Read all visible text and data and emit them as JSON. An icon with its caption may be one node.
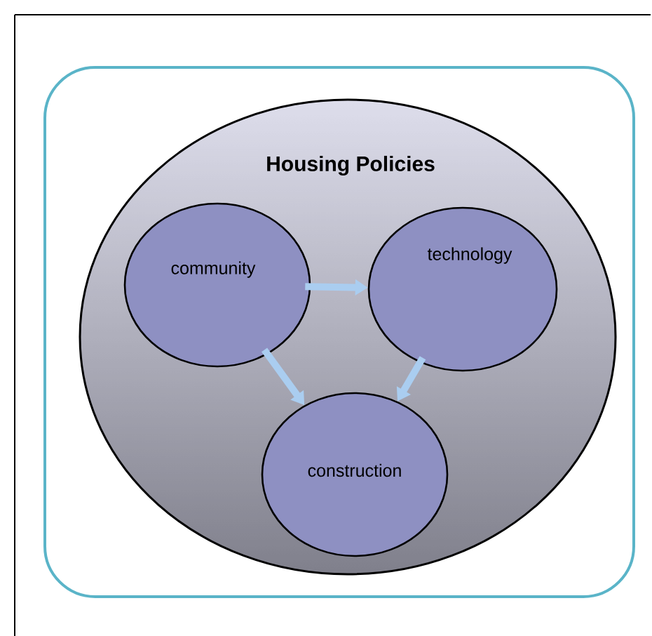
{
  "diagram": {
    "nodes": [
      {
        "text": [
          "Housing Policies"
        ]
      },
      {
        "text": [
          "community"
        ],
        "in": 0
      },
      {
        "text": [
          "technology"
        ],
        "in": 0
      },
      {
        "text": [
          "construction"
        ],
        "in": 0
      }
    ],
    "edges": [
      {
        "from": 1,
        "to": 2,
        "arrow": "to"
      },
      {
        "from": 1,
        "to": 3,
        "arrow": "to"
      },
      {
        "from": 2,
        "to": 3,
        "arrow": "to"
      }
    ]
  }
}
